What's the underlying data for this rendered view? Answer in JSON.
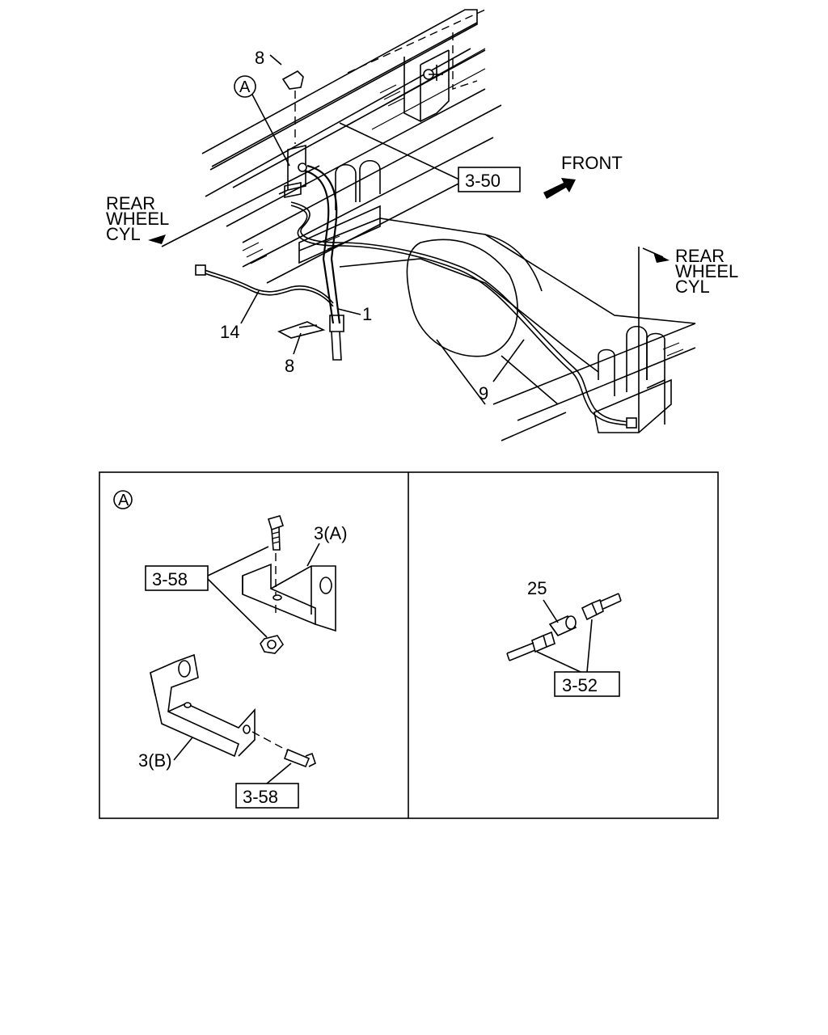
{
  "labels": {
    "front": "FRONT",
    "rear_wheel_cyl_left": [
      "REAR",
      "WHEEL",
      "CYL"
    ],
    "rear_wheel_cyl_right": [
      "REAR",
      "WHEEL",
      "CYL"
    ],
    "callout_a_top": "A",
    "callout_a_panel": "A"
  },
  "part_numbers": {
    "p8_top": "8",
    "p8_bottom": "8",
    "p1": "1",
    "p14": "14",
    "p9": "9",
    "p25": "25",
    "p3a": "3(A)",
    "p3b": "3(B)"
  },
  "references": {
    "ref_350": "3-50",
    "ref_358_upper": "3-58",
    "ref_358_lower": "3-58",
    "ref_352": "3-52"
  },
  "colors": {
    "line": "#000000",
    "background": "#ffffff"
  }
}
